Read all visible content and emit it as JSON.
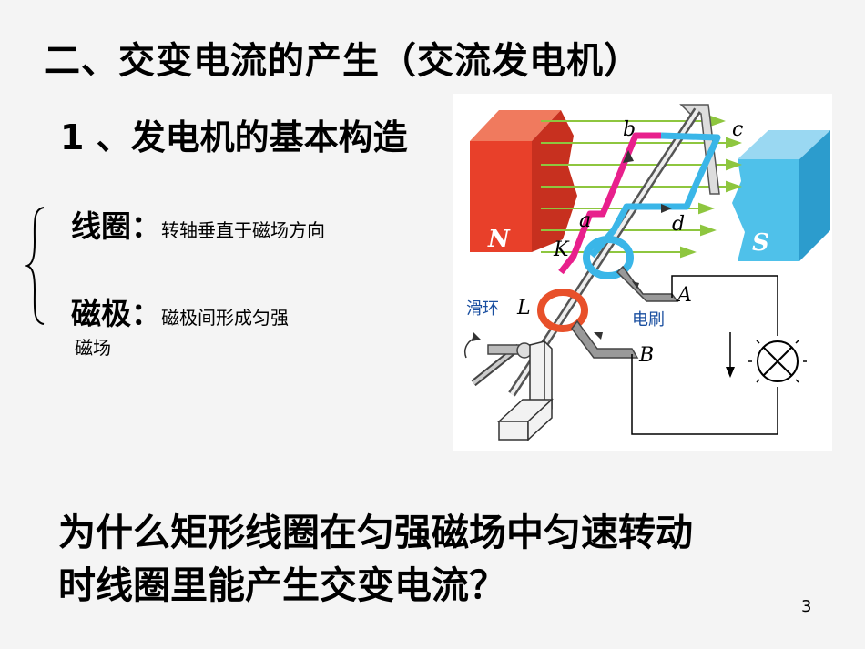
{
  "slide": {
    "title": "二、交变电流的产生（交流发电机）",
    "subtitle": "1 、发电机的基本构造",
    "coil_label": "线圈：",
    "coil_desc": "转轴垂直于磁场方向",
    "pole_label": "磁极：",
    "pole_desc_line1": "磁极间形成匀强",
    "pole_desc_line2": "磁场",
    "question_line1": "为什么矩形线圈在匀强磁场中匀速转动",
    "question_line2": "时线圈里能产生交变电流？",
    "page_number": "3"
  },
  "figure": {
    "pole_n": "N",
    "pole_s": "S",
    "corner_a": "a",
    "corner_b": "b",
    "corner_c": "c",
    "corner_d": "d",
    "ring_k": "K",
    "ring_l": "L",
    "brush_a": "A",
    "brush_b": "B",
    "slip_ring_label": "滑环",
    "brush_label": "电刷",
    "colors": {
      "north_pole": "#e8402a",
      "south_pole": "#4fc1ea",
      "field_lines": "#8ec63f",
      "coil_front": "#e8208c",
      "coil_back": "#3ab6e8",
      "label_blue": "#1a4fa0"
    }
  }
}
